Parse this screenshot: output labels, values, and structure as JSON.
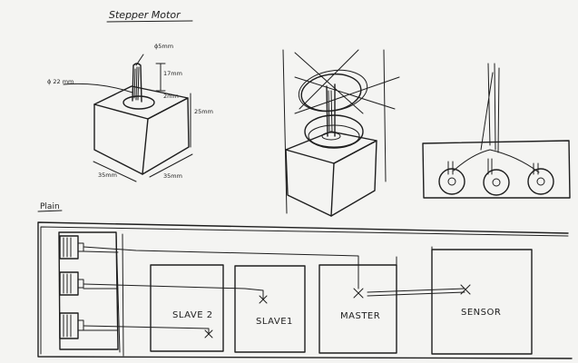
{
  "title": "Stepper Motor",
  "dimensions": {
    "shaft_diameter": "ϕ5mm",
    "hub_diameter": "ϕ 22 mm",
    "shaft_height": "17mm",
    "collar_height": "2mm",
    "body_height": "25mm",
    "body_width": "35mm",
    "body_depth": "35mm"
  },
  "plan_label": "Plain",
  "plan_boxes": {
    "slave2": "SLAVE 2",
    "slave1": "SLAVE1",
    "master": "MASTER",
    "sensor": "SENSOR"
  },
  "colors": {
    "paper": "#f4f4f2",
    "ink": "#1e1e1e"
  }
}
